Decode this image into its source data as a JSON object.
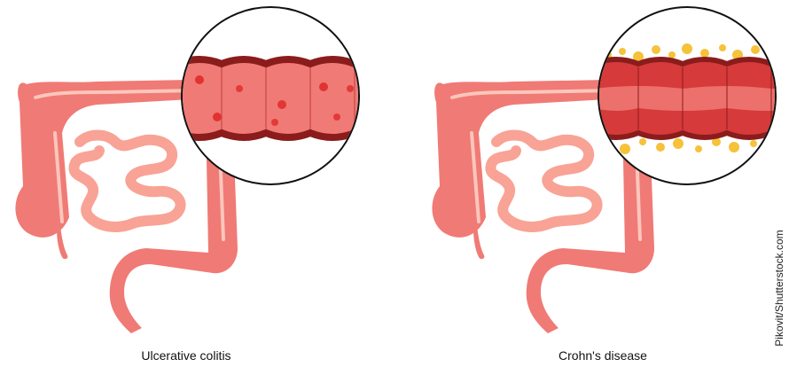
{
  "figure": {
    "panels": [
      {
        "caption": "Ulcerative colitis"
      },
      {
        "caption": "Crohn's disease"
      }
    ],
    "credit": "Pikovit/Shutterstock.com"
  },
  "colors": {
    "colon": "#f07a75",
    "colon_highlight": "#f9b5a8",
    "small_intestine": "#f8a395",
    "lens_outline": "#111111",
    "inflamed_wall": "#d63a3a",
    "wall_dark": "#8b1c1c",
    "lesion": "#e02a2a",
    "fat_deposits": "#f5c23a"
  }
}
